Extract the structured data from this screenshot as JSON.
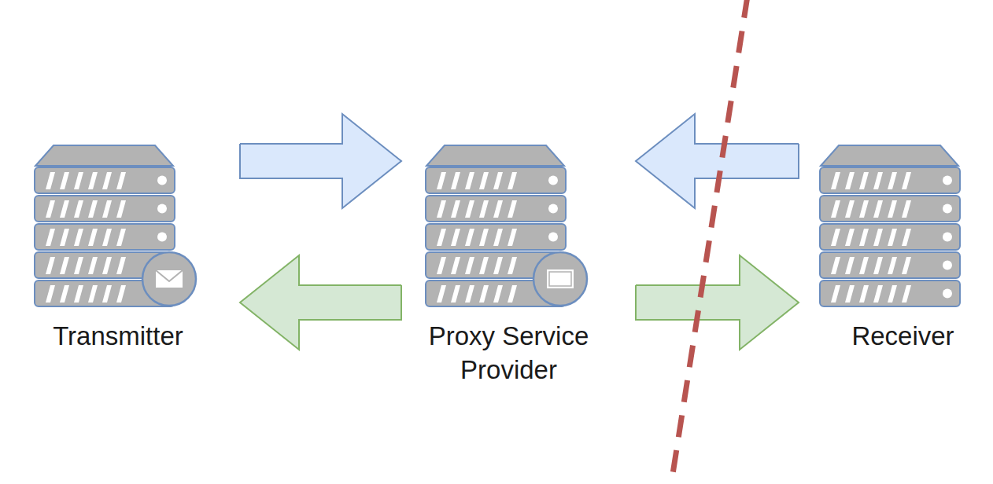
{
  "diagram": {
    "nodes": [
      {
        "text": [
          "Transmitter"
        ]
      },
      {
        "text": [
          "Proxy Service Provider"
        ]
      },
      {
        "text": [
          "Receiver"
        ]
      }
    ],
    "edges": [
      {
        "from": 0,
        "to": 1,
        "arrow": "to"
      },
      {
        "from": 1,
        "to": 0,
        "arrow": "to"
      },
      {
        "from": 2,
        "to": 1,
        "arrow": "to"
      },
      {
        "from": 1,
        "to": 2,
        "arrow": "to"
      }
    ]
  }
}
